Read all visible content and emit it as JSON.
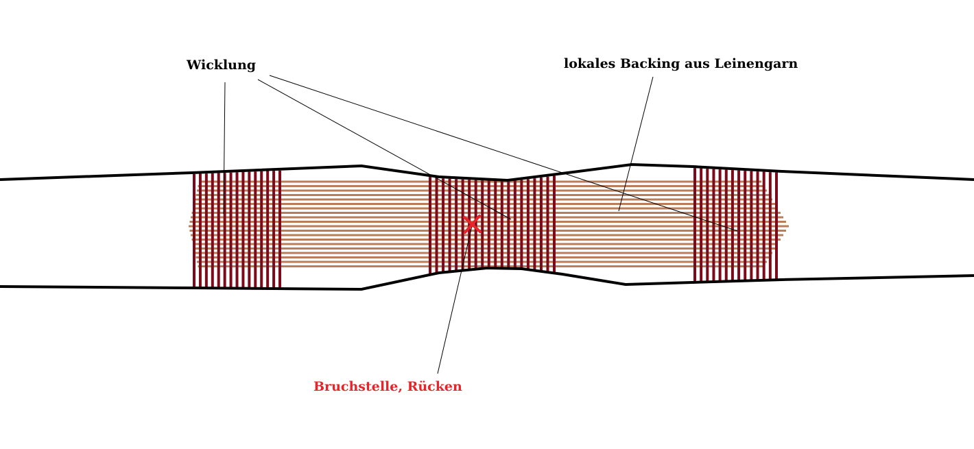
{
  "labels": {
    "winding": "Wicklung",
    "backing": "lokales Backing aus Leinengarn",
    "break_point": "Bruchstelle, Rücken"
  },
  "colors": {
    "outline": "#000000",
    "winding": "#7d0a1a",
    "backing": "#b97d5a",
    "break_mark": "#e8232a",
    "break_label": "#e8232a"
  },
  "icons": {
    "break_mark": "x-mark-icon"
  }
}
